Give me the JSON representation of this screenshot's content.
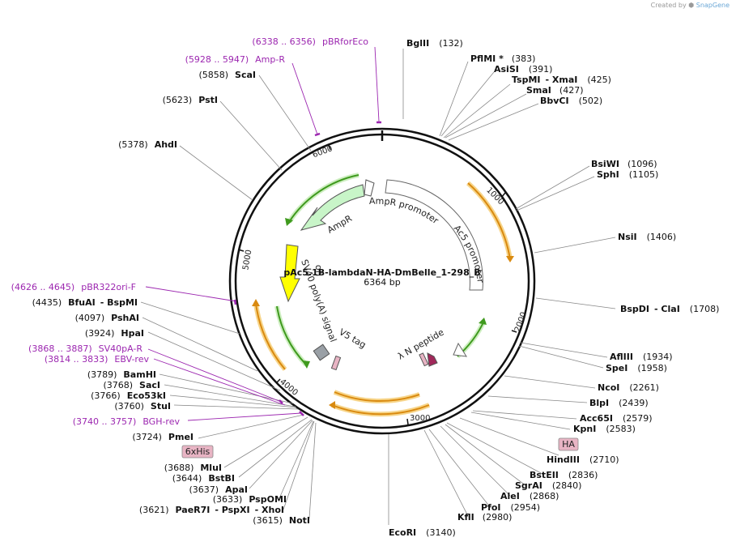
{
  "credit": {
    "prefix": "Created by",
    "brand": "SnapGene"
  },
  "plasmid": {
    "name": "pAc5.1B-lambdaN-HA-DmBelle_1-298_B",
    "length_label": "6364 bp",
    "length": 6364
  },
  "tick_labels": [
    "1000",
    "2000",
    "3000",
    "4000",
    "5000",
    "6000"
  ],
  "features": [
    {
      "label": "AmpR promoter",
      "type": "promoter"
    },
    {
      "label": "AmpR",
      "type": "cds"
    },
    {
      "label": "Ac5 promoter",
      "type": "promoter"
    },
    {
      "label": "ori",
      "type": "origin"
    },
    {
      "label": "SV40 poly(A) signal",
      "type": "terminator"
    },
    {
      "label": "V5 tag",
      "type": "tag"
    },
    {
      "label": "λ N peptide",
      "type": "cds"
    }
  ],
  "boxed_labels": [
    "HA",
    "6xHis"
  ],
  "site_labels": [
    {
      "name": "BglII",
      "pos": "(132)"
    },
    {
      "name": "PflMI *",
      "pos": "(383)"
    },
    {
      "name": "AsiSI",
      "pos": "(391)"
    },
    {
      "name": "TspMI",
      "name2": "- XmaI",
      "pos": "(425)"
    },
    {
      "name": "SmaI",
      "pos": "(427)"
    },
    {
      "name": "BbvCI",
      "pos": "(502)"
    },
    {
      "name": "BsiWI",
      "pos": "(1096)"
    },
    {
      "name": "SphI",
      "pos": "(1105)"
    },
    {
      "name": "NsiI",
      "pos": "(1406)"
    },
    {
      "name": "BspDI",
      "name2": "- ClaI",
      "pos": "(1708)"
    },
    {
      "name": "AflIII",
      "pos": "(1934)"
    },
    {
      "name": "SpeI",
      "pos": "(1958)"
    },
    {
      "name": "NcoI",
      "pos": "(2261)"
    },
    {
      "name": "BlpI",
      "pos": "(2439)"
    },
    {
      "name": "Acc65I",
      "pos": "(2579)"
    },
    {
      "name": "KpnI",
      "pos": "(2583)"
    },
    {
      "name": "HindIII",
      "pos": "(2710)"
    },
    {
      "name": "BstEII",
      "pos": "(2836)"
    },
    {
      "name": "SgrAI",
      "pos": "(2840)"
    },
    {
      "name": "AleI",
      "pos": "(2868)"
    },
    {
      "name": "PfoI",
      "pos": "(2954)"
    },
    {
      "name": "KflI",
      "pos": "(2980)"
    },
    {
      "name": "EcoRI",
      "pos": "(3140)"
    },
    {
      "name": "NotI",
      "pos": "(3615)"
    },
    {
      "name": "PaeR7I",
      "name2": "- PspXI",
      "name3": "- XhoI",
      "pos": "(3621)"
    },
    {
      "name": "PspOMI",
      "pos": "(3633)"
    },
    {
      "name": "ApaI",
      "pos": "(3637)"
    },
    {
      "name": "BstBI",
      "pos": "(3644)"
    },
    {
      "name": "MluI",
      "pos": "(3688)"
    },
    {
      "name": "PmeI",
      "pos": "(3724)"
    },
    {
      "name": "StuI",
      "pos": "(3760)"
    },
    {
      "name": "Eco53kI",
      "pos": "(3766)"
    },
    {
      "name": "SacI",
      "pos": "(3768)"
    },
    {
      "name": "BamHI",
      "pos": "(3789)"
    },
    {
      "name": "HpaI",
      "pos": "(3924)"
    },
    {
      "name": "PshAI",
      "pos": "(4097)"
    },
    {
      "name": "BfuAI",
      "name2": "- BspMI",
      "pos": "(4435)"
    },
    {
      "name": "AhdI",
      "pos": "(5378)"
    },
    {
      "name": "PstI",
      "pos": "(5623)"
    },
    {
      "name": "ScaI",
      "pos": "(5858)"
    }
  ],
  "primer_labels": [
    {
      "range": "(6338 .. 6356)",
      "name": "pBRforEco"
    },
    {
      "range": "(5928 .. 5947)",
      "name": "Amp-R"
    },
    {
      "range": "(4626 .. 4645)",
      "name": "pBR322ori-F"
    },
    {
      "range": "(3868 .. 3887)",
      "name": "SV40pA-R"
    },
    {
      "range": "(3814 .. 3833)",
      "name": "EBV-rev"
    },
    {
      "range": "(3740 .. 3757)",
      "name": "BGH-rev"
    }
  ],
  "colors": {
    "backbone": "#111111",
    "orf_orange": "#f0a030",
    "orf_green": "#5cb032",
    "ampr_fill": "#c8f5c8",
    "ori_fill": "#ffff00",
    "terminator_fill": "#9aa0a6",
    "tag_fill": "#e8b4c4",
    "lambda_fill": "#a0285a",
    "primer": "#9c27b0",
    "leader": "#888888"
  }
}
